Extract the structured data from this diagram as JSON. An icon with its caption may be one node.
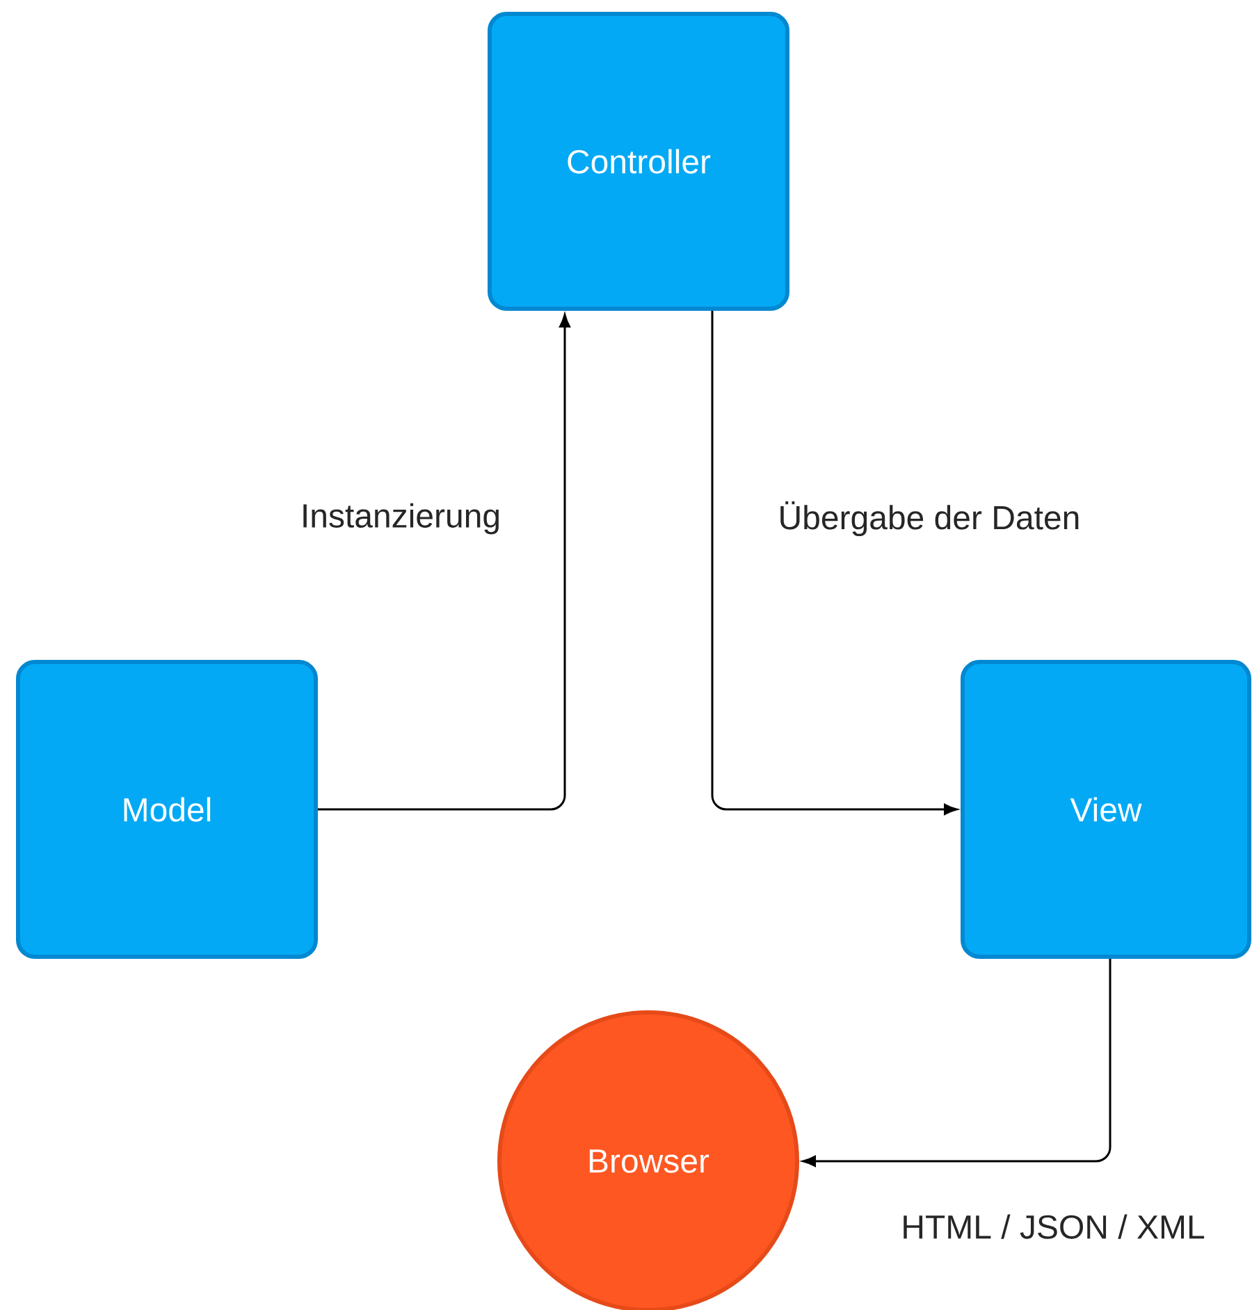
{
  "diagram": {
    "nodes": [
      {
        "text": [
          "Controller"
        ]
      },
      {
        "text": [
          "Model"
        ]
      },
      {
        "text": [
          "View"
        ]
      },
      {
        "text": [
          "Browser"
        ]
      }
    ],
    "edges": [
      {
        "from": 1,
        "to": 0,
        "arrow": "to",
        "label": "Instanzierung"
      },
      {
        "from": 0,
        "to": 2,
        "arrow": "to",
        "label": "Übergabe der Daten"
      },
      {
        "from": 2,
        "to": 3,
        "arrow": "to",
        "label": "HTML / JSON / XML"
      }
    ]
  }
}
